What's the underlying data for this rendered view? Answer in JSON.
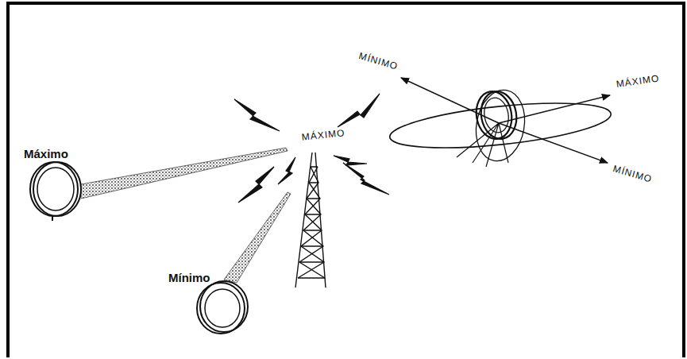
{
  "diagram": {
    "labels": [
      "MÍNIMO",
      "MÁXIMO",
      "Máximo",
      "MÁXIMO",
      "MÍNIMO",
      "Mínimo"
    ]
  }
}
